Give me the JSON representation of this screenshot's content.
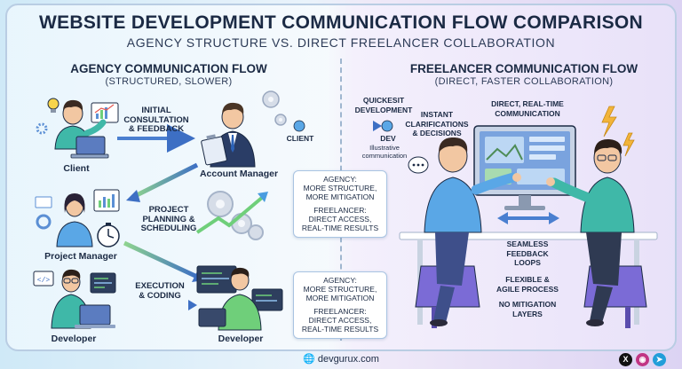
{
  "header": {
    "title": "WEBSITE DEVELOPMENT COMMUNICATION FLOW COMPARISON",
    "subtitle": "AGENCY STRUCTURE VS. DIRECT FREELANCER COLLABORATION"
  },
  "agency": {
    "title": "AGENCY COMMUNICATION FLOW",
    "subtitle": "(STRUCTURED, SLOWER)",
    "roles": {
      "client": "Client",
      "account_manager": "Account Manager",
      "project_manager": "Project Manager",
      "developer_left": "Developer",
      "developer_right": "Developer"
    },
    "steps": {
      "consultation": "INITIAL\nCONSULTATION\n& FEEDBACK",
      "planning": "PROJECT\nPLANNING &\nSCHEDULING",
      "execution": "EXECUTION\n& CODING"
    }
  },
  "middle": {
    "quickest": "QUICKESIT\nDEVELOPMENT",
    "client": "CLIENT",
    "dev": "DEV",
    "illustrative": "Illustrative\ncommunication",
    "box1": {
      "agency": "AGENCY:\nMORE STRUCTURE,\nMORE MITIGATION",
      "freelancer": "FREELANCER:\nDIRECT ACCESS,\nREAL-TIME RESULTS"
    },
    "box2": {
      "agency": "AGENCY:\nMORE STRUCTURE,\nMORE MITIGATION",
      "freelancer": "FREELANCER:\nDIRECT ACCESS,\nREAL-TIME RESULTS"
    }
  },
  "freelancer": {
    "title": "FREELANCER COMMUNICATION FLOW",
    "subtitle": "(DIRECT, FASTER COLLABORATION)",
    "instant": "INSTANT\nCLARIFICATIONS\n& DECISIONS",
    "direct": "DIRECT, REAL-TIME\nCOMMUNICATION",
    "features": {
      "seamless": "SEAMLESS\nFEEDBACK\nLOOPS",
      "flexible": "FLEXIBLE &\nAGILE PROCESS",
      "no_mitigation": "NO MITIGATION\nLAYERS"
    }
  },
  "footer": {
    "site": "devgurux.com",
    "social": [
      "X",
      "instagram",
      "telegram"
    ]
  },
  "colors": {
    "navy": "#1b2a44",
    "arrow_blue": "#4a7fd0",
    "arrow_green": "#6fcf7a",
    "shirt_teal": "#3fb8a8",
    "shirt_blue": "#5aa7e6",
    "suit_navy": "#2a3d66",
    "purple": "#7b6bd6",
    "lightning": "#f2b43a"
  }
}
